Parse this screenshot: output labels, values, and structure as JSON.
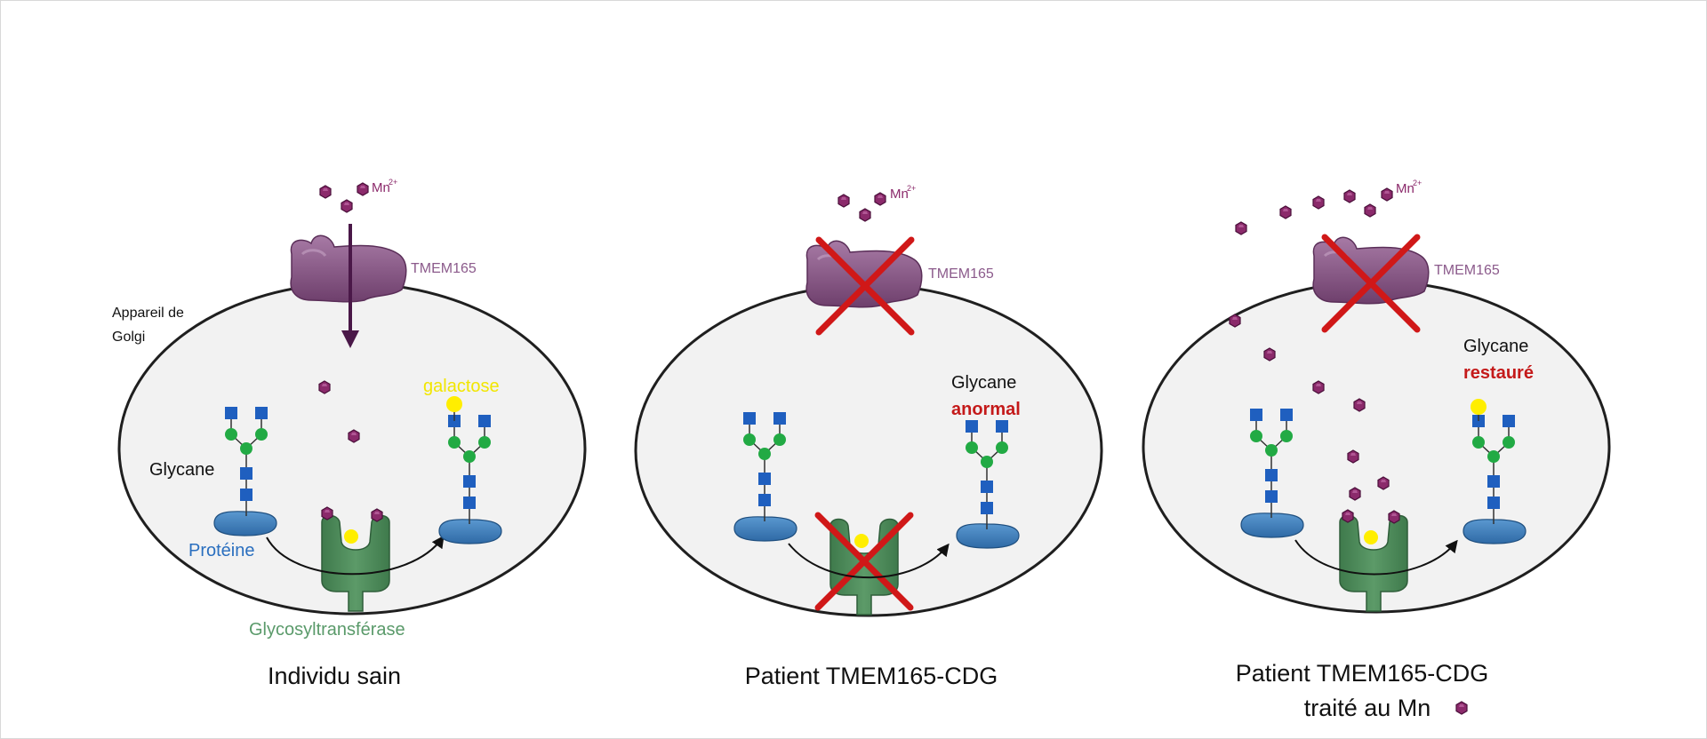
{
  "colors": {
    "membrane_fill": "#f2f2f2",
    "membrane_stroke": "#1f1f1f",
    "transporter": "#8b5a8b",
    "manganese": "#8b2a6b",
    "glycan_square": "#1f5fbf",
    "glycan_circle": "#22aa44",
    "galactose": "#ffee00",
    "protein": "#4a86c0",
    "enzyme": "#4e8a5a",
    "cross": "#d01818",
    "label_text": "#111111",
    "label_transporter": "#8b5a8b",
    "label_protein": "#2a6fbf",
    "label_enzyme": "#5a9a6a",
    "label_galactose": "#f2e600",
    "label_emphasis": "#c41a1a"
  },
  "panels": [
    {
      "ion_label": "Mn",
      "ion_charge": "2+",
      "transporter_label": "TMEM165",
      "compartment_label_line1": "Appareil de",
      "compartment_label_line2": "Golgi",
      "galactose_label": "galactose",
      "glycan_label": "Glycane",
      "protein_label": "Protéine",
      "enzyme_label": "Glycosyltransférase",
      "caption": "Individu sain"
    },
    {
      "ion_label": "Mn",
      "ion_charge": "2+",
      "transporter_label": "TMEM165",
      "glycan_status_line1": "Glycane",
      "glycan_status_line2": "anormal",
      "caption": "Patient TMEM165-CDG"
    },
    {
      "ion_label": "Mn",
      "ion_charge": "2+",
      "transporter_label": "TMEM165",
      "glycan_status_line1": "Glycane",
      "glycan_status_line2": "restauré",
      "caption_line1": "Patient TMEM165-CDG",
      "caption_line2": "traité au Mn"
    }
  ]
}
